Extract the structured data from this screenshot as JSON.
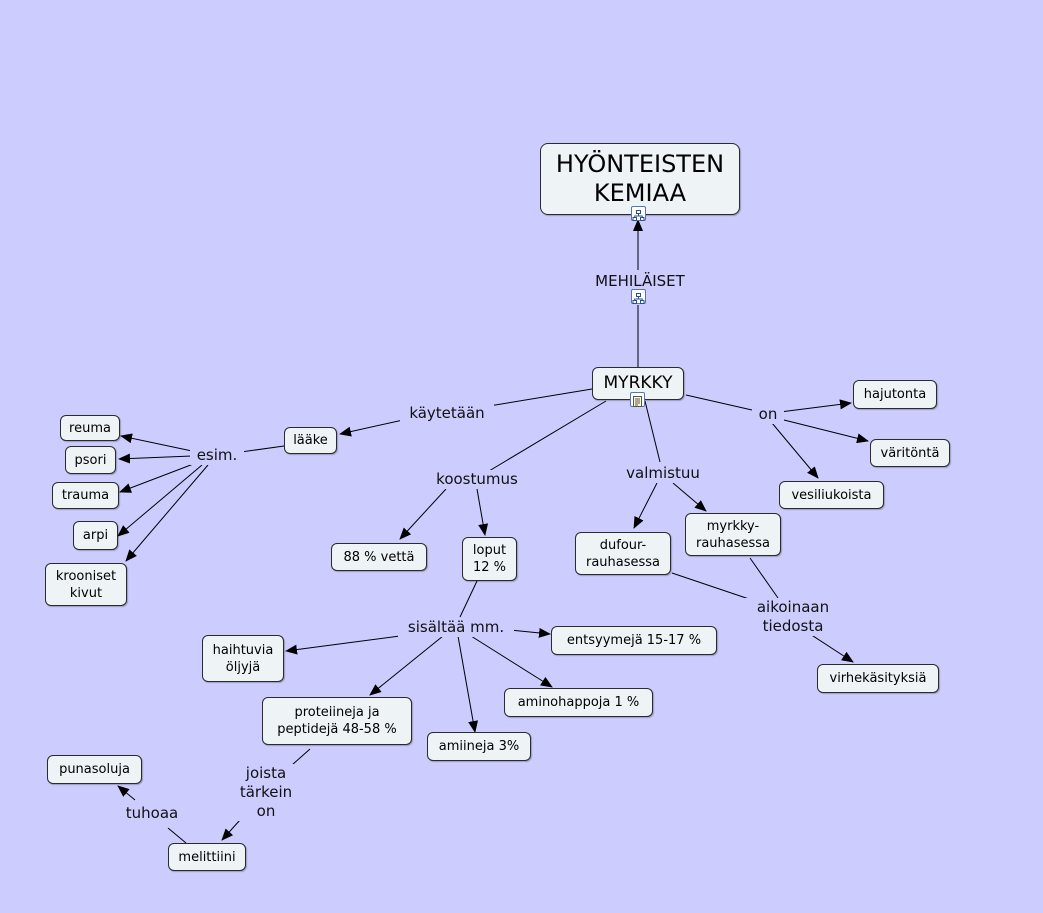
{
  "map": {
    "title": "HYÖNTEISTEN\nKEMIAA",
    "topic": "MEHILÄISET",
    "hub": "MYRKKY",
    "link_kaytetaan": "käytetään",
    "laake": "lääke",
    "link_esim": "esim.",
    "reuma": "reuma",
    "psori": "psori",
    "trauma": "trauma",
    "arpi": "arpi",
    "krooniset": "krooniset\nkivut",
    "link_koostumus": "koostumus",
    "vetta": "88 % vettä",
    "loput": "loput\n12 %",
    "link_sisaltaa": "sisältää mm.",
    "haihtuvia": "haihtuvia\nöljyjä",
    "entsyymeja": "entsyymejä 15-17 %",
    "proteiineja": "proteiineja ja\npeptidejä 48-58 %",
    "aminohappoja": "aminohappoja 1 %",
    "amiineja": "amiineja 3%",
    "link_joista": "joista\ntärkein\non",
    "melittiini": "melittiini",
    "link_tuhoaa": "tuhoaa",
    "punasoluja": "punasoluja",
    "link_valmistuu": "valmistuu",
    "dufour": "dufour-\nrauhasessa",
    "myrkkyrauhanen": "myrkky-\nrauhasessa",
    "link_aikoinaan": "aikoinaan\ntiedosta",
    "virhekasityksia": "virhekäsityksiä",
    "link_on": "on",
    "hajutonta": "hajutonta",
    "varitonta": "väritöntä",
    "vesiliukoista": "vesiliukoista"
  },
  "icons": {
    "title_icon": "submap-icon",
    "topic_icon": "submap-icon",
    "hub_icon": "document-icon"
  },
  "colors": {
    "background": "#ccccff",
    "node_fill": "#eef3f6",
    "node_border": "#2b2b2b",
    "line": "#000000"
  }
}
